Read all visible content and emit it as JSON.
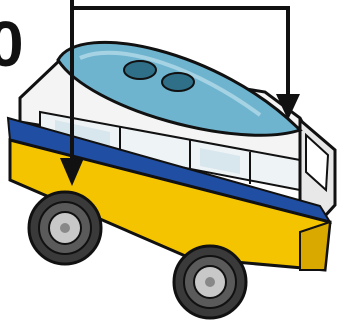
{
  "instruction": {
    "step_number": "0"
  },
  "colors": {
    "outline": "#111111",
    "surfboard": "#6fb4cf",
    "surfboard_highlight": "#a6d3e4",
    "stud": "#2f6f88",
    "body_white": "#f4f4f4",
    "body_shade": "#d9d9d9",
    "window_glass": "#eef3f6",
    "yellow": "#f5c400",
    "yellow_shade": "#d9a900",
    "blue_stripe": "#1f4ea3",
    "tire": "#3a3a3a",
    "hub": "#c8c8c8",
    "arrow": "#111111"
  },
  "icons": [
    "surfboard",
    "bus-body",
    "wheel",
    "assembly-arrow"
  ]
}
